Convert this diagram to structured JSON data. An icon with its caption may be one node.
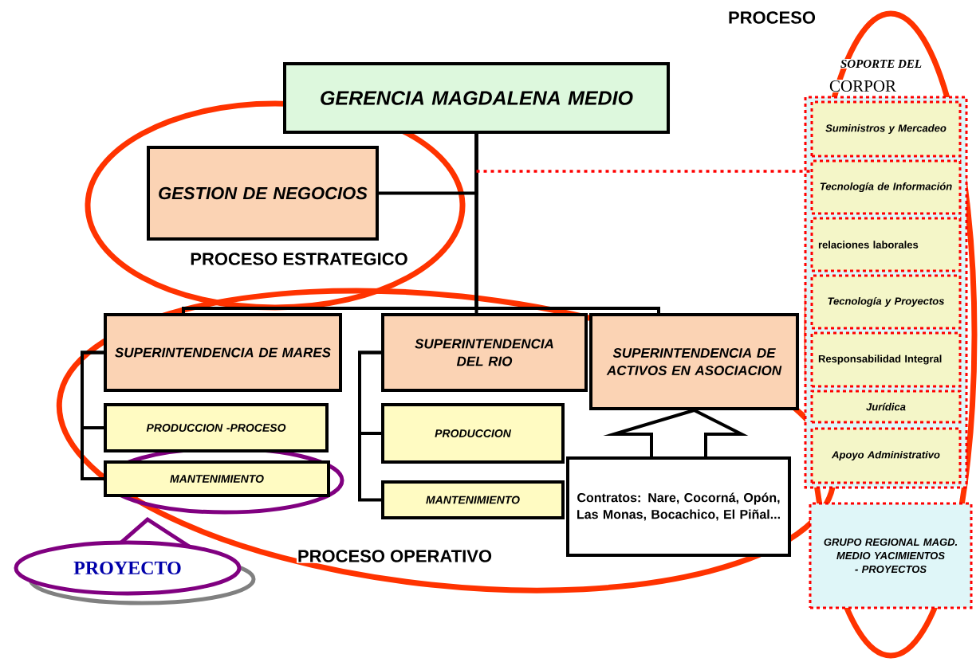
{
  "diagram": {
    "nodes": [
      {
        "text": [
          "GERENCIA MAGDALENA MEDIO"
        ]
      },
      {
        "text": [
          "GESTION DE NEGOCIOS"
        ]
      },
      {
        "text": [
          "SUPERINTENDENCIA DE MARES"
        ]
      },
      {
        "text": [
          "SUPERINTENDENCIA DEL RIO"
        ]
      },
      {
        "text": [
          "SUPERINTENDENCIA DE ACTIVOS EN ASOCIACION"
        ]
      },
      {
        "text": [
          "PRODUCCION -PROCESO"
        ]
      },
      {
        "text": [
          "MANTENIMIENTO"
        ]
      },
      {
        "text": [
          "PRODUCCION"
        ]
      },
      {
        "text": [
          "MANTENIMIENTO"
        ]
      },
      {
        "text": [
          "Contratos: Nare, Cocorná, Opón, Las Monas, Bocachico, El Piñal..."
        ]
      },
      {
        "text": [
          "Suministros y Mercadeo"
        ]
      },
      {
        "text": [
          "Tecnología de Información"
        ]
      },
      {
        "text": [
          "relaciones laborales"
        ]
      },
      {
        "text": [
          "Tecnología y Proyectos"
        ]
      },
      {
        "text": [
          "Responsabilidad Integral"
        ]
      },
      {
        "text": [
          "Jurídica"
        ]
      },
      {
        "text": [
          "Apoyo Administrativo"
        ]
      },
      {
        "text": [
          "GRUPO REGIONAL MAGD. MEDIO YACIMIENTOS - PROYECTOS"
        ]
      },
      {
        "text": [
          "PROYECTO"
        ]
      }
    ],
    "edges": [
      {
        "from": 0,
        "to": 1,
        "arrow": "none"
      },
      {
        "from": 0,
        "to": 2,
        "arrow": "none"
      },
      {
        "from": 0,
        "to": 3,
        "arrow": "none"
      },
      {
        "from": 0,
        "to": 4,
        "arrow": "none"
      },
      {
        "from": 2,
        "to": 5,
        "arrow": "none"
      },
      {
        "from": 2,
        "to": 6,
        "arrow": "none"
      },
      {
        "from": 3,
        "to": 7,
        "arrow": "none"
      },
      {
        "from": 3,
        "to": 8,
        "arrow": "none"
      },
      {
        "from": 9,
        "to": 4,
        "arrow": "to"
      },
      {
        "from": 0,
        "to": 11,
        "arrow": "none",
        "style": "dashed",
        "color": "#ff0000"
      }
    ],
    "labels": [
      "PROCESO",
      "SOPORTE DEL",
      "CORPOR",
      "PROCESO ESTRATEGICO",
      "PROCESO OPERATIVO"
    ]
  }
}
